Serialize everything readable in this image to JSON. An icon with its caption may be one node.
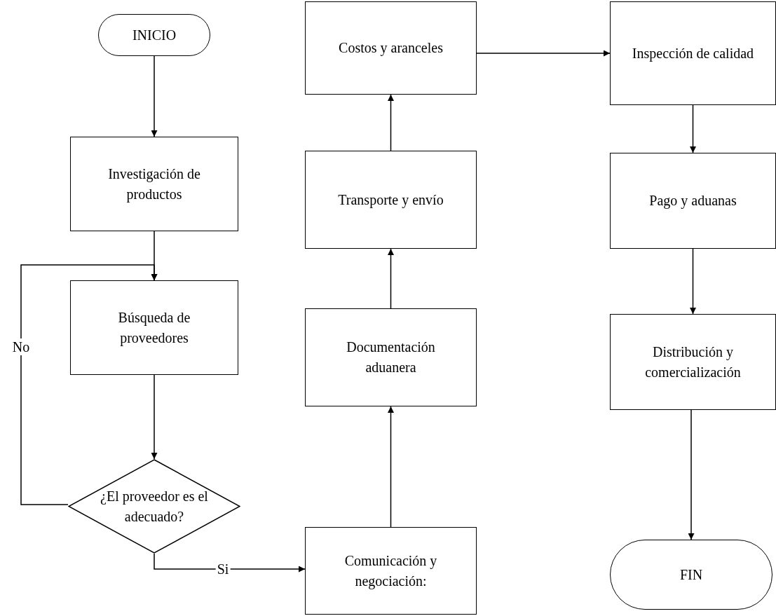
{
  "diagram": {
    "nodes": [
      {
        "text": [
          "INICIO"
        ]
      },
      {
        "text": [
          "Investigación de productos"
        ]
      },
      {
        "text": [
          "Búsqueda de proveedores"
        ]
      },
      {
        "text": [
          "¿El proveedor es el adecuado?"
        ]
      },
      {
        "text": [
          "Comunicación y negociación:"
        ]
      },
      {
        "text": [
          "Documentación aduanera"
        ]
      },
      {
        "text": [
          "Transporte y envío"
        ]
      },
      {
        "text": [
          "Costos y aranceles"
        ]
      },
      {
        "text": [
          "Inspección de calidad"
        ]
      },
      {
        "text": [
          "Pago y aduanas"
        ]
      },
      {
        "text": [
          "Distribución y comercialización"
        ]
      },
      {
        "text": [
          "FIN"
        ]
      }
    ],
    "edges": [
      {
        "from": 0,
        "to": 1,
        "arrow": "to"
      },
      {
        "from": 1,
        "to": 2,
        "arrow": "to"
      },
      {
        "from": 2,
        "to": 3,
        "arrow": "to"
      },
      {
        "from": 3,
        "to": 2,
        "arrow": "to",
        "label": "No"
      },
      {
        "from": 3,
        "to": 4,
        "arrow": "to",
        "label": "Si"
      },
      {
        "from": 4,
        "to": 5,
        "arrow": "to"
      },
      {
        "from": 5,
        "to": 6,
        "arrow": "to"
      },
      {
        "from": 6,
        "to": 7,
        "arrow": "to"
      },
      {
        "from": 7,
        "to": 8,
        "arrow": "to"
      },
      {
        "from": 8,
        "to": 9,
        "arrow": "to"
      },
      {
        "from": 9,
        "to": 10,
        "arrow": "to"
      },
      {
        "from": 10,
        "to": 11,
        "arrow": "to"
      }
    ]
  }
}
